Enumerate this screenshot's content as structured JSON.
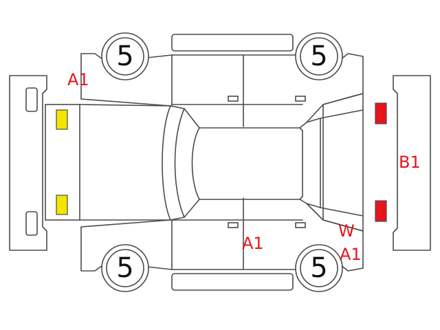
{
  "colors": {
    "line": "#4a4a4a",
    "mark_text": "#e8141c",
    "front_light": "#f2e600",
    "rear_light": "#e8141c"
  },
  "tires": {
    "front_left": "5",
    "rear_left": "5",
    "front_right": "5",
    "rear_right": "5"
  },
  "damage_marks": {
    "front_left_fender": "A1",
    "rear_bumper": "B1",
    "right_front_door": "A1",
    "right_rear_quarter_code": "W",
    "right_rear_quarter_level": "A1"
  },
  "icons": {
    "front_lights": "yellow-headlight-icon",
    "rear_lights": "red-taillight-icon"
  }
}
